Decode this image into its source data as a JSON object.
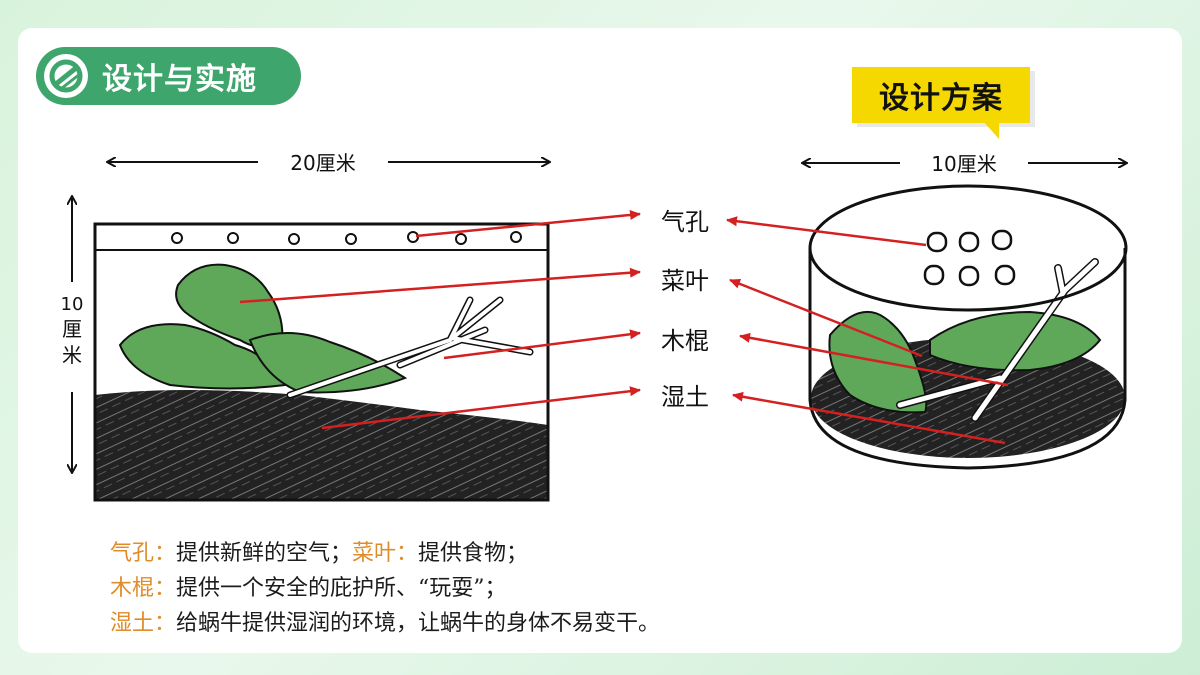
{
  "header": {
    "title": "设计与实施"
  },
  "badge": {
    "label": "设计方案"
  },
  "dimensions": {
    "tank_width": "20厘米",
    "tank_height_num": "10",
    "tank_height_unit1": "厘",
    "tank_height_unit2": "米",
    "cylinder_width": "10厘米"
  },
  "labels": [
    "气孔",
    "菜叶",
    "木棍",
    "湿土"
  ],
  "legend": [
    {
      "parts": [
        {
          "term": "气孔：",
          "desc": "提供新鲜的空气；"
        },
        {
          "term": "菜叶：",
          "desc": "提供食物；"
        }
      ]
    },
    {
      "parts": [
        {
          "term": "木棍：",
          "desc": "提供一个安全的庇护所、“玩耍”；"
        }
      ]
    },
    {
      "parts": [
        {
          "term": "湿土：",
          "desc": "给蜗牛提供湿润的环境，让蜗牛的身体不易变干。"
        }
      ]
    }
  ],
  "colors": {
    "accent_green": "#3ea56c",
    "badge_yellow": "#f5d800",
    "arrow_red": "#d42020",
    "term_orange": "#e08c2a",
    "leaf_green": "#5fa85a",
    "soil": "#222222"
  }
}
